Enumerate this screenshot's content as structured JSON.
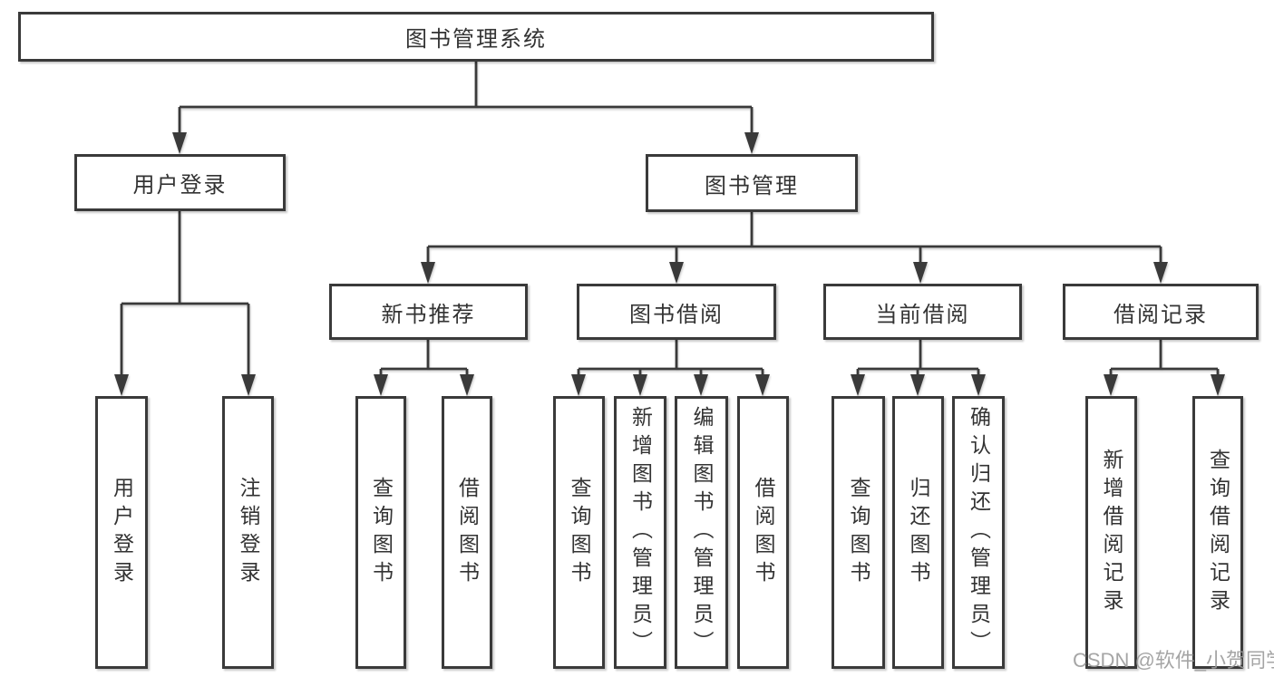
{
  "diagram_type": "hierarchy-tree",
  "colors": {
    "background": "#ffffff",
    "line": "#3a3a3a",
    "box_border": "#3a3a3a",
    "box_fill": "#ffffff",
    "text": "#333333",
    "watermark": "#9b9b9b"
  },
  "tree": {
    "root": "图书管理系统",
    "level2": [
      {
        "label": "用户登录",
        "children": [
          "用户登录",
          "注销登录"
        ]
      },
      {
        "label": "图书管理",
        "groups": [
          {
            "label": "新书推荐",
            "children": [
              "查询图书",
              "借阅图书"
            ]
          },
          {
            "label": "图书借阅",
            "children": [
              "查询图书",
              "新增图书（管理员）",
              "编辑图书（管理员）",
              "借阅图书"
            ]
          },
          {
            "label": "当前借阅",
            "children": [
              "查询图书",
              "归还图书",
              "确认归还（管理员）"
            ]
          },
          {
            "label": "借阅记录",
            "children": [
              "新增借阅记录",
              "查询借阅记录"
            ]
          }
        ]
      }
    ]
  },
  "watermark": {
    "text": "CSDN @软件_小贺同学"
  }
}
